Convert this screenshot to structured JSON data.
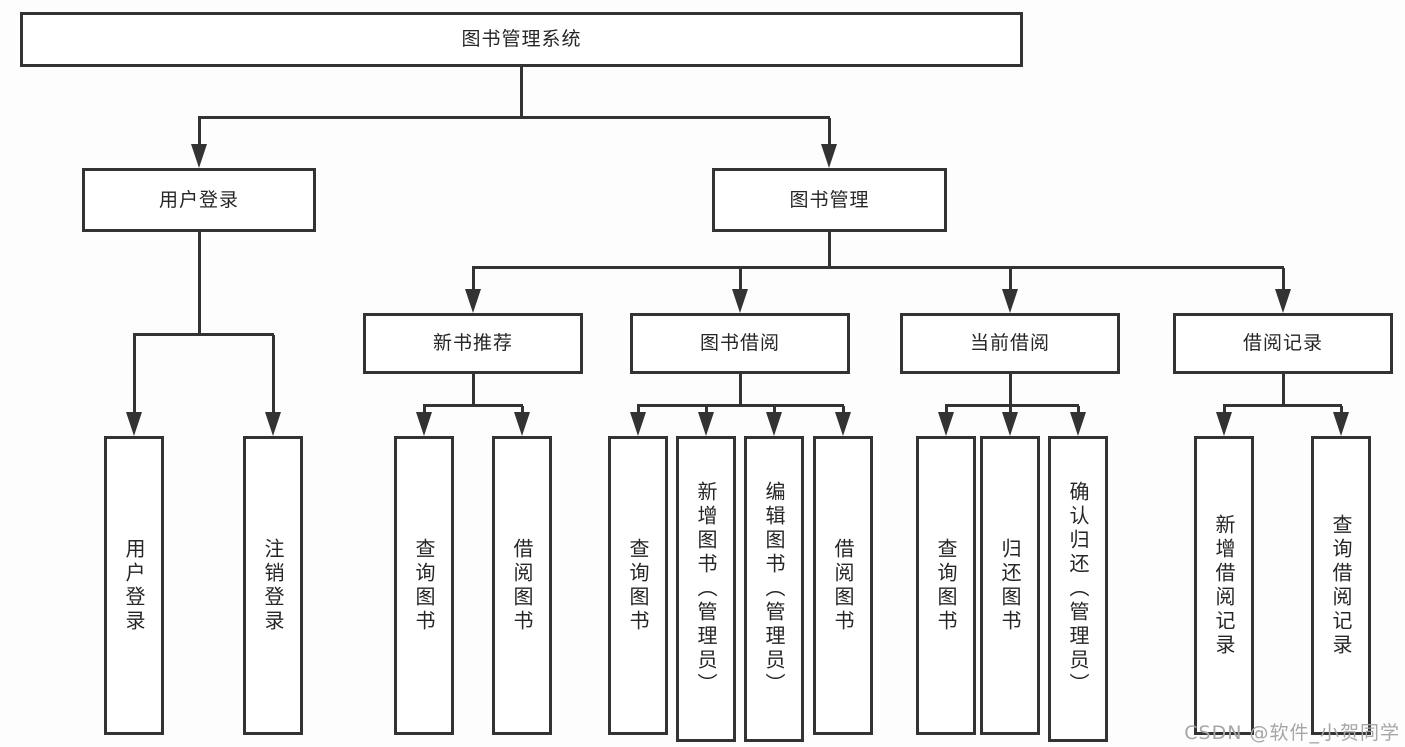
{
  "tree": {
    "root": {
      "label": "图书管理系统",
      "children": [
        {
          "label": "用户登录",
          "children": [
            {
              "label": "用户登录"
            },
            {
              "label": "注销登录"
            }
          ]
        },
        {
          "label": "图书管理",
          "children": [
            {
              "label": "新书推荐",
              "children": [
                {
                  "label": "查询图书"
                },
                {
                  "label": "借阅图书"
                }
              ]
            },
            {
              "label": "图书借阅",
              "children": [
                {
                  "label": "查询图书"
                },
                {
                  "label": "新增图书（管理员）"
                },
                {
                  "label": "编辑图书（管理员）"
                },
                {
                  "label": "借阅图书"
                }
              ]
            },
            {
              "label": "当前借阅",
              "children": [
                {
                  "label": "查询图书"
                },
                {
                  "label": "归还图书"
                },
                {
                  "label": "确认归还（管理员）"
                }
              ]
            },
            {
              "label": "借阅记录",
              "children": [
                {
                  "label": "新增借阅记录"
                },
                {
                  "label": "查询借阅记录"
                }
              ]
            }
          ]
        }
      ]
    }
  },
  "watermark": {
    "text": "CSDN @软件_小贺同学"
  },
  "colors": {
    "line": "#333333",
    "text": "#262626",
    "background": "#fdfdfd",
    "watermark": "#a6a6a6"
  }
}
